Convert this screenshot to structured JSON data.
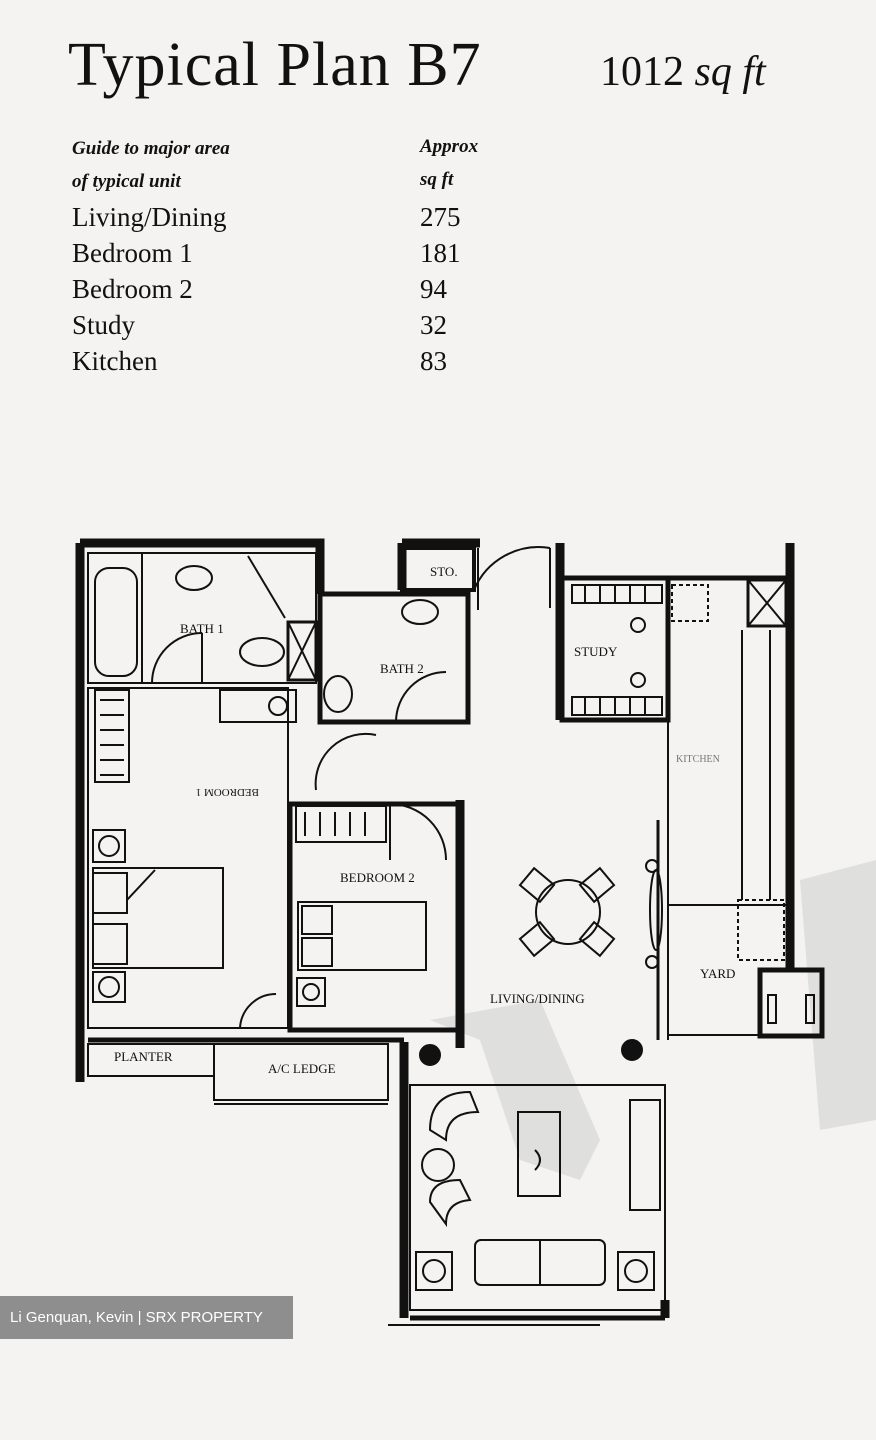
{
  "header": {
    "title": "Typical Plan B7",
    "area_value": "1012",
    "area_unit": "sq ft"
  },
  "guide": {
    "heading_line1": "Guide to major area",
    "heading_line2": "of typical unit",
    "approx_line1": "Approx",
    "approx_line2": "sq ft",
    "rooms": [
      {
        "name": "Living/Dining",
        "sqft": "275"
      },
      {
        "name": "Bedroom 1",
        "sqft": "181"
      },
      {
        "name": "Bedroom 2",
        "sqft": "94"
      },
      {
        "name": "Study",
        "sqft": "32"
      },
      {
        "name": "Kitchen",
        "sqft": "83"
      }
    ]
  },
  "plan_labels": {
    "bath1": "BATH 1",
    "bath2": "BATH 2",
    "sto": "STO.",
    "study": "STUDY",
    "kitchen": "KITCHEN",
    "bedroom1": "BEDROOM 1",
    "bedroom2": "BEDROOM 2",
    "living_dining": "LIVING/DINING",
    "yard": "YARD",
    "planter": "PLANTER",
    "ac_ledge": "A/C LEDGE"
  },
  "watermark": "Li Genquan, Kevin | SRX PROPERTY"
}
